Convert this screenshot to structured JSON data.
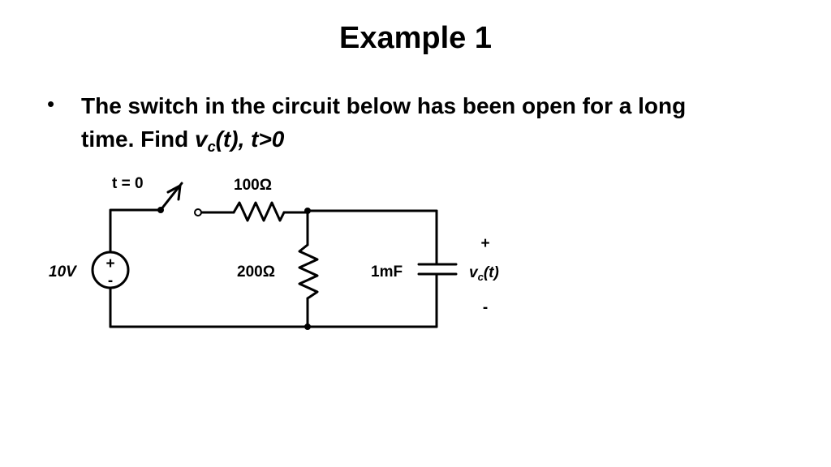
{
  "slide": {
    "title": "Example 1",
    "bullet": {
      "line1": "The switch in the circuit below has been open for a long",
      "line2_pre": "time.  Find ",
      "var_v": "v",
      "var_sub": "c",
      "var_rest": "(t), t>0"
    }
  },
  "circuit": {
    "switch_label": "t = 0",
    "resistor1_label": "100Ω",
    "resistor2_label": "200Ω",
    "capacitor_label": "1mF",
    "source_label": "10V",
    "source_plus": "+",
    "source_minus": "-",
    "output_plus": "+",
    "output_minus": "-",
    "output_v": "v",
    "output_sub": "c",
    "output_rest": "(t)"
  }
}
